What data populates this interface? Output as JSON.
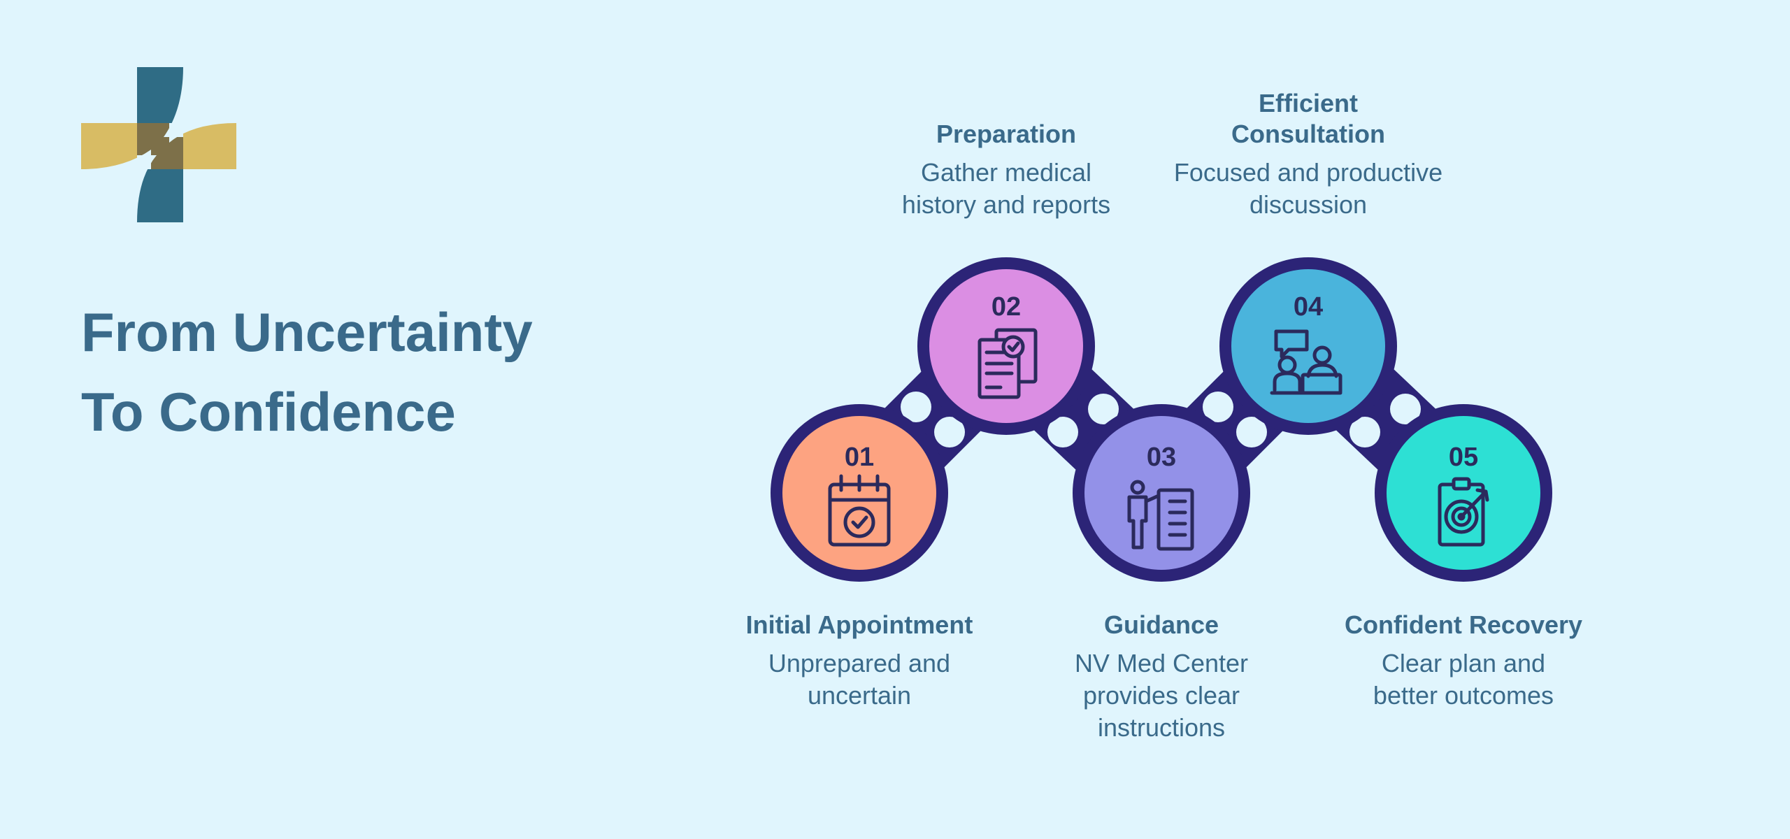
{
  "title": {
    "line1": "From Uncertainty",
    "line2": "To Confidence"
  },
  "logo": {
    "name": "medical-cross-logo",
    "colors": {
      "teal": "#2f6c85",
      "gold": "#d8bc64"
    }
  },
  "colors": {
    "background": "#e0f5fd",
    "connector": "#2c2477",
    "heading_text": "#3a6a8a",
    "icon_stroke": "#2b2a5c"
  },
  "steps": [
    {
      "number": "01",
      "title": "Initial Appointment",
      "description": "Unprepared and uncertain",
      "color": "#fda381",
      "icon": "calendar-check-icon",
      "position": "bottom"
    },
    {
      "number": "02",
      "title": "Preparation",
      "description": "Gather medical history and reports",
      "color": "#db8ee3",
      "icon": "documents-check-icon",
      "position": "top"
    },
    {
      "number": "03",
      "title": "Guidance",
      "description": "NV Med Center provides clear instructions",
      "color": "#9391e8",
      "icon": "presentation-icon",
      "position": "bottom"
    },
    {
      "number": "04",
      "title": "Efficient Consultation",
      "description": "Focused and productive discussion",
      "color": "#4ab4dc",
      "icon": "consultation-icon",
      "position": "top"
    },
    {
      "number": "05",
      "title": "Confident Recovery",
      "description": "Clear plan and better outcomes",
      "color": "#2de0d4",
      "icon": "clipboard-target-icon",
      "position": "bottom"
    }
  ]
}
